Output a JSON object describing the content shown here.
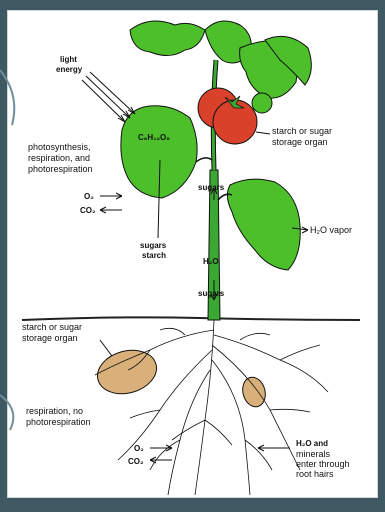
{
  "diagram": {
    "labels": {
      "light_energy": [
        "light",
        "energy"
      ],
      "leaf_process": [
        "photosynthesis,",
        "respiration, and",
        "photorespiration"
      ],
      "formula": "C₆H₁₂O₆",
      "leaf_gases": [
        "O₂",
        "CO₂"
      ],
      "sugars_starch": [
        "sugars",
        "starch"
      ],
      "stem_sugars_upper": "sugars",
      "fruit_storage": [
        "starch or sugar",
        "storage organ"
      ],
      "water_vapor": "H₂O vapor",
      "stem_water": "H₂O",
      "stem_sugars_lower": "sugars",
      "tuber_storage": [
        "starch or sugar",
        "storage organ"
      ],
      "root_process": [
        "respiration, no",
        "photorespiration"
      ],
      "root_gases": [
        "O₂",
        "CO₂"
      ],
      "root_uptake": [
        "H₂O and",
        "minerals",
        "enter through",
        "root hairs"
      ]
    },
    "colors": {
      "leaf": "#4dbf2a",
      "fruit": "#d9412a",
      "tuber": "#d9b07a",
      "stem": "#3aa832",
      "outline": "#111111",
      "background_frame": "#3f5962"
    }
  }
}
